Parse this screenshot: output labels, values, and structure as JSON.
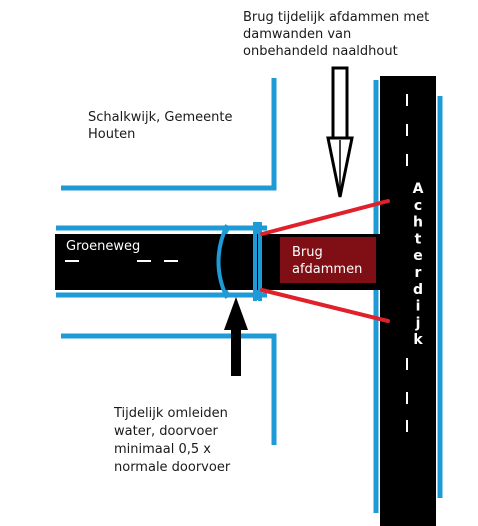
{
  "labels": {
    "brug_top_line1": "Brug tijdelijk afdammen met",
    "brug_top_line2": "damwanden van",
    "brug_top_line3": "onbehandeld naaldhout",
    "location_line1": "Schalkwijk, Gemeente",
    "location_line2": "Houten",
    "road_groeneweg": "Groeneweg",
    "box_line1": "Brug",
    "box_line2": "afdammen",
    "bottom_line1": "Tijdelijk omleiden",
    "bottom_line2": "water, doorvoer",
    "bottom_line3": "minimaal 0,5 x",
    "bottom_line4": "normale doorvoer",
    "achterdijk_letters": [
      "A",
      "c",
      "h",
      "t",
      "e",
      "r",
      "d",
      "i",
      "j",
      "k"
    ]
  },
  "colors": {
    "water": "#1e9ad6",
    "road": "#000000",
    "dam_box": "#7f0f14",
    "red_lines": "#e0202a",
    "text": "#1a1a1a"
  }
}
